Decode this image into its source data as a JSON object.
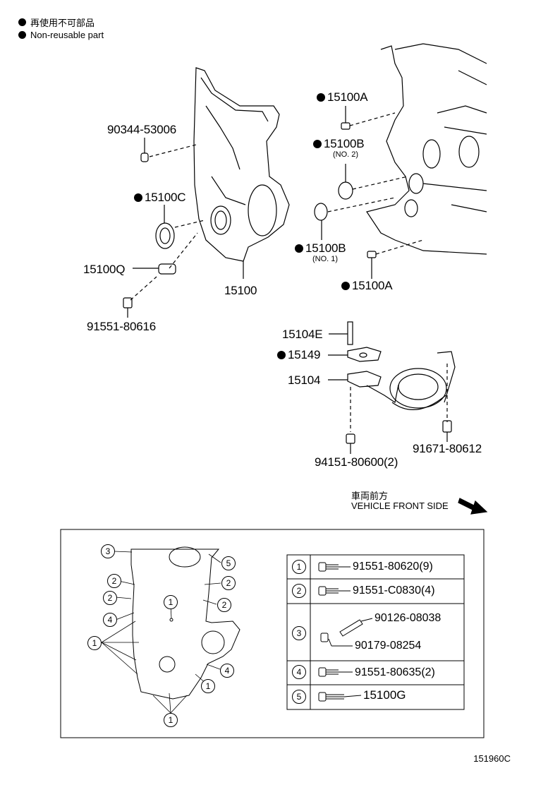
{
  "legend": {
    "jp_label": "再使用不可部品",
    "en_label": "Non-reusable part"
  },
  "parts": {
    "p90344": "90344-53006",
    "p15100C": "15100C",
    "p15100Q": "15100Q",
    "p91551_80616": "91551-80616",
    "p15100": "15100",
    "p15100A_top": "15100A",
    "p15100B_top": "15100B",
    "p15100B_top_sub": "(NO. 2)",
    "p15100B_bot": "15100B",
    "p15100B_bot_sub": "(NO. 1)",
    "p15100A_bot": "15100A",
    "p15104E": "15104E",
    "p15149": "15149",
    "p15104": "15104",
    "p94151": "94151-80600(2)",
    "p91671": "91671-80612"
  },
  "direction": {
    "jp": "車両前方",
    "en": "VEHICLE FRONT SIDE"
  },
  "callouts": {
    "c1": "1",
    "c2": "2",
    "c3": "3",
    "c4": "4",
    "c5": "5"
  },
  "bolt_table": {
    "rows": [
      {
        "num": "1",
        "part": "91551-80620(9)"
      },
      {
        "num": "2",
        "part": "91551-C0830(4)"
      },
      {
        "num": "3",
        "part_a": "90126-08038",
        "part_b": "90179-08254"
      },
      {
        "num": "4",
        "part": "91551-80635(2)"
      },
      {
        "num": "5",
        "part": "15100G"
      }
    ]
  },
  "figure_code": "151960C"
}
